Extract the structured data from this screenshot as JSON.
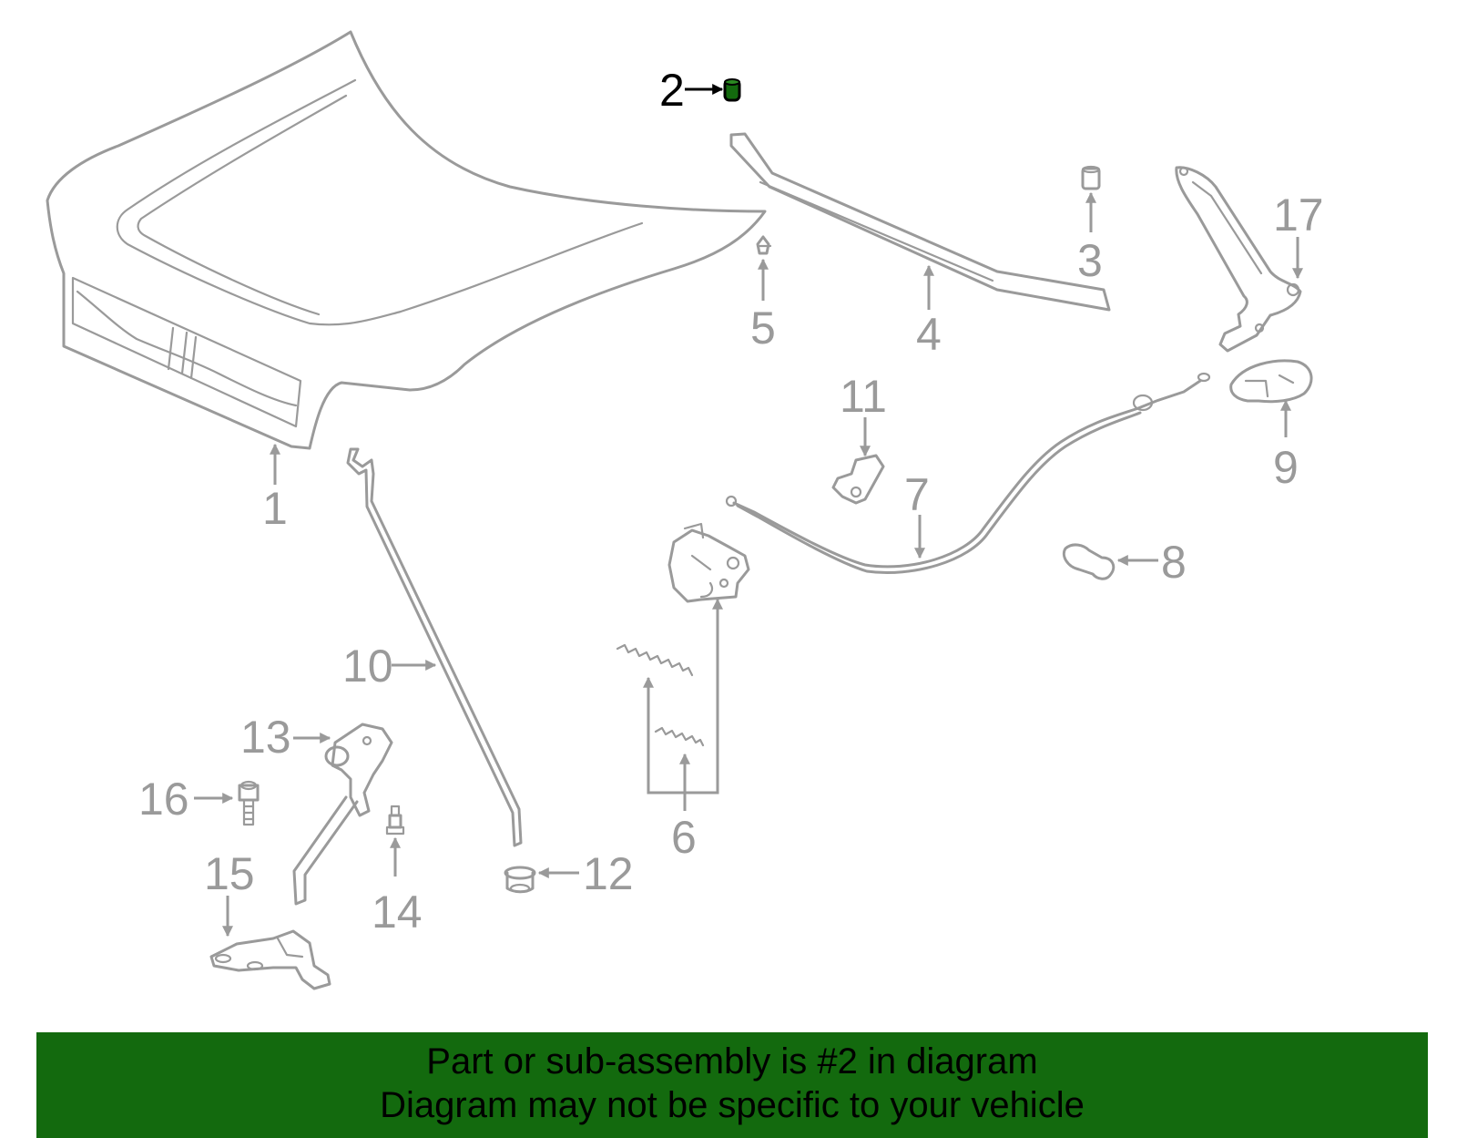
{
  "callouts": [
    "1",
    "2",
    "3",
    "4",
    "5",
    "6",
    "7",
    "8",
    "9",
    "10",
    "11",
    "12",
    "13",
    "14",
    "15",
    "16",
    "17"
  ],
  "highlighted_part": "2",
  "colors": {
    "highlight": "#136a0e",
    "parts": "#9a9a9a",
    "banner": "#136a0e"
  },
  "banner": {
    "line1": "Part or sub-assembly is #2 in diagram",
    "line2": "Diagram may not be specific to your vehicle"
  }
}
